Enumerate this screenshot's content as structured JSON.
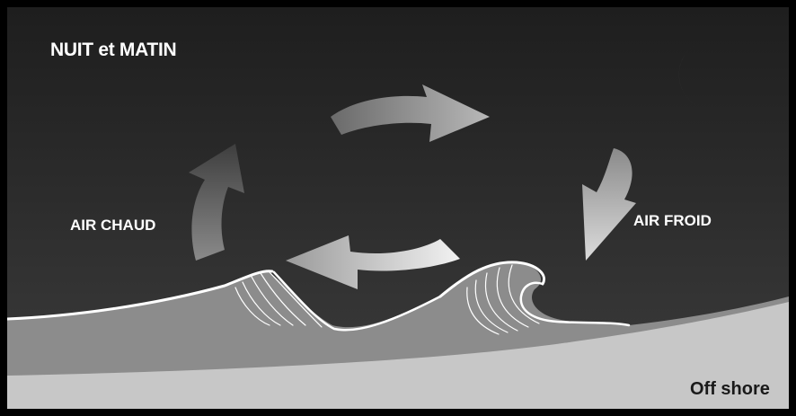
{
  "diagram": {
    "title": "NUIT et MATIN",
    "warm_air_label": "AIR CHAUD",
    "cold_air_label": "AIR FROID",
    "wind_label": "Off shore",
    "icons": [
      "moon-icon",
      "circulation-arrow-icon",
      "wave-icon"
    ],
    "colors": {
      "sky_top": "#1e1e1e",
      "sky_bottom": "#3c3c3c",
      "sea": "#8c8c8c",
      "shore": "#c7c7c7",
      "moon": "#ffffff",
      "text": "#ffffff"
    }
  }
}
